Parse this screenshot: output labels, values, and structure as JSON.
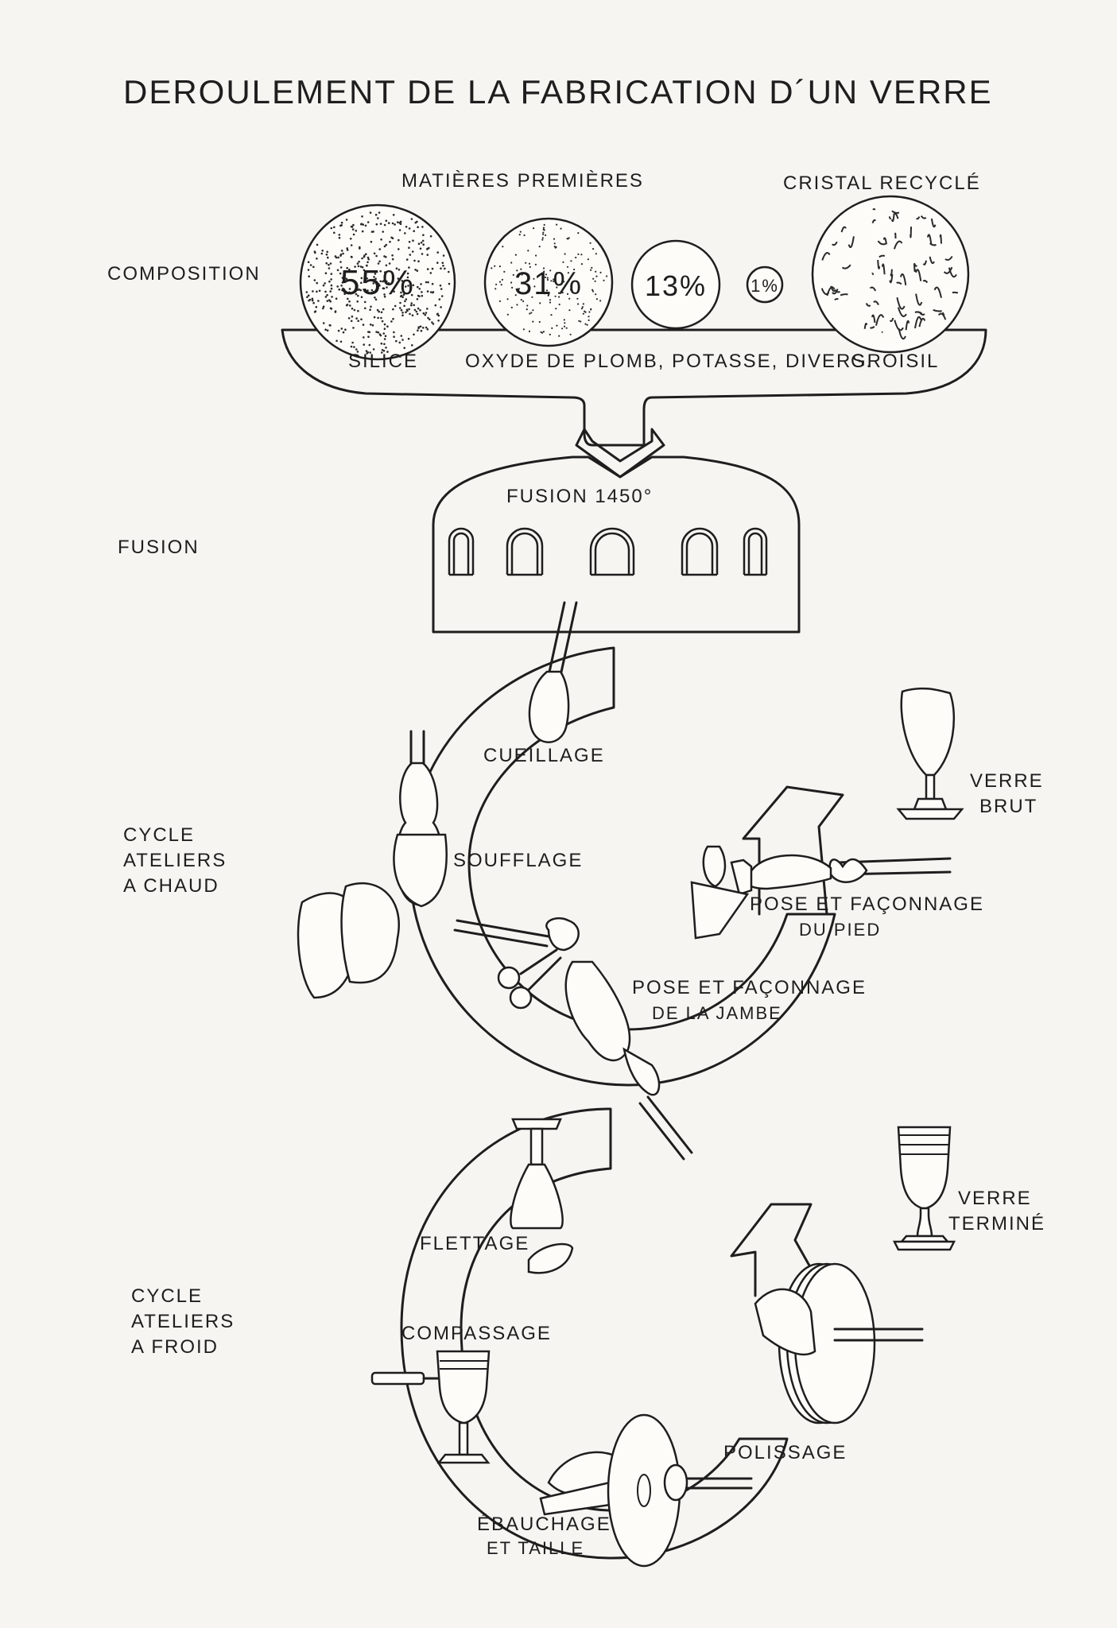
{
  "title": "DEROULEMENT DE LA FABRICATION D´UN VERRE",
  "headers": {
    "raw_materials": "MATIÈRES PREMIÈRES",
    "recycled": "CRISTAL RECYCLÉ"
  },
  "row_labels": {
    "composition": "COMPOSITION",
    "fusion": "FUSION",
    "hot_cycle": [
      "CYCLE",
      "ATELIERS",
      "A CHAUD"
    ],
    "cold_cycle": [
      "CYCLE",
      "ATELIERS",
      "A FROID"
    ]
  },
  "composition": [
    {
      "percent": "55%",
      "label": "SILICE"
    },
    {
      "percent": "31%"
    },
    {
      "percent": "13%"
    },
    {
      "percent": "1%"
    }
  ],
  "composition_caption": "OXYDE DE PLOMB, POTASSE, DIVERS.",
  "recycled_label": "GROISIL",
  "furnace_label": "FUSION 1450°",
  "hot_steps": {
    "cueillage": "CUEILLAGE",
    "soufflage": "SOUFFLAGE",
    "pied_1": "POSE ET FAÇONNAGE",
    "pied_2": "DU PIED",
    "jambe_1": "POSE ET FAÇONNAGE",
    "jambe_2": "DE LA JAMBE"
  },
  "raw_glass": [
    "VERRE",
    "BRUT"
  ],
  "cold_steps": {
    "flettage": "FLETTAGE",
    "compassage": "COMPASSAGE",
    "polissage": "POLISSAGE",
    "ebauchage_1": "ÉBAUCHAGE",
    "ebauchage_2": "ET TAILLE"
  },
  "finished_glass": [
    "VERRE",
    "TERMINÉ"
  ]
}
